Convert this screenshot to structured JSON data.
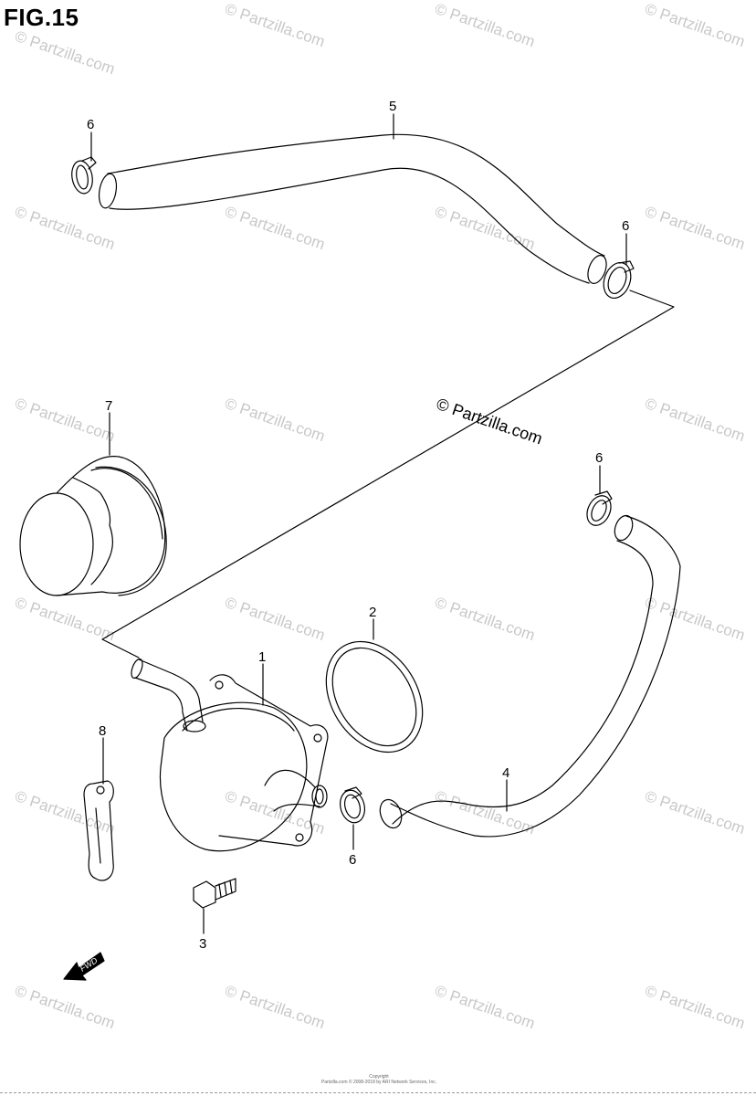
{
  "figure": {
    "title": "FIG.15"
  },
  "watermark": {
    "text": "© Partzilla.com",
    "center_text": "© Partzilla.com"
  },
  "callouts": {
    "c1": "1",
    "c2": "2",
    "c3": "3",
    "c4": "4",
    "c5": "5",
    "c6a": "6",
    "c6b": "6",
    "c6c": "6",
    "c6d": "6",
    "c7": "7",
    "c8": "8"
  },
  "fwd_label": "FWD",
  "footer": {
    "line1": "Copyright",
    "line2": "Partzilla.com © 2008-2018 by ARI Network Services, Inc."
  },
  "colors": {
    "line": "#000000",
    "watermark": "#c8c8c8"
  }
}
